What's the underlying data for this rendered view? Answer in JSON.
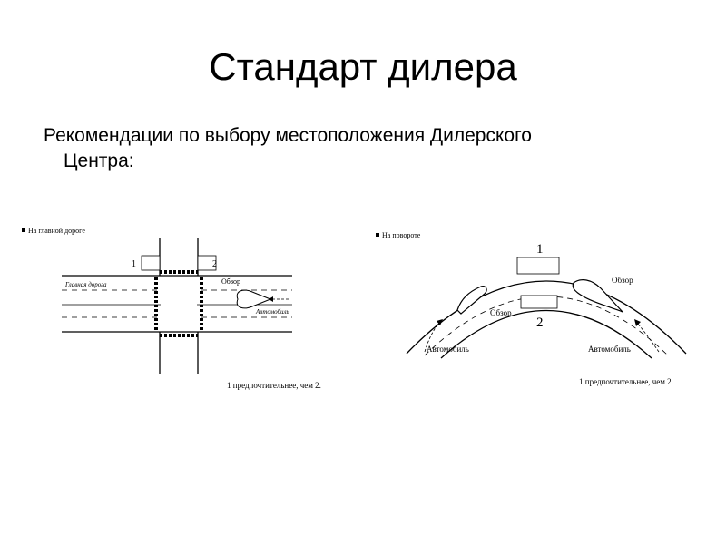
{
  "slide": {
    "title": "Стандарт дилера",
    "subtitle_line1": "Рекомендации по выбору местоположения Дилерского",
    "subtitle_line2": "Центра:"
  },
  "diagram_main_road": {
    "label": "На главной дороге",
    "road_label": "Главная дорога",
    "spot1": "1",
    "spot2": "2",
    "view_label": "Обзор",
    "car_label": "Автомобиль",
    "note": "1 предпочтительнее, чем 2."
  },
  "diagram_turn": {
    "label": "На повороте",
    "spot1": "1",
    "spot2": "2",
    "view_left": "Обзор",
    "view_right": "Обзор",
    "car_left": "Автомобиль",
    "car_right": "Автомобиль",
    "note": "1 предпочтительнее, чем 2."
  }
}
